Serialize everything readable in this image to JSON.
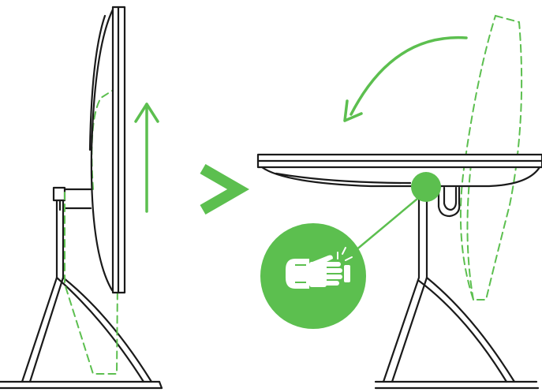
{
  "diagram": {
    "kind": "monitor-rotation-instruction",
    "steps": [
      {
        "name": "rotate-monitor-up",
        "arrow_direction": "up"
      },
      {
        "name": "press-release-and-lower",
        "arrow_direction": "counter-clockwise"
      }
    ],
    "separator_symbol": ">",
    "colors": {
      "accent": "#5cbf4f",
      "line": "#1a1a1a",
      "background": "#ffffff",
      "icon_glyph": "#ffffff"
    },
    "icons": [
      "hand-press-icon",
      "up-arrow-icon",
      "curved-arrow-icon",
      "chevron-right-icon"
    ]
  }
}
